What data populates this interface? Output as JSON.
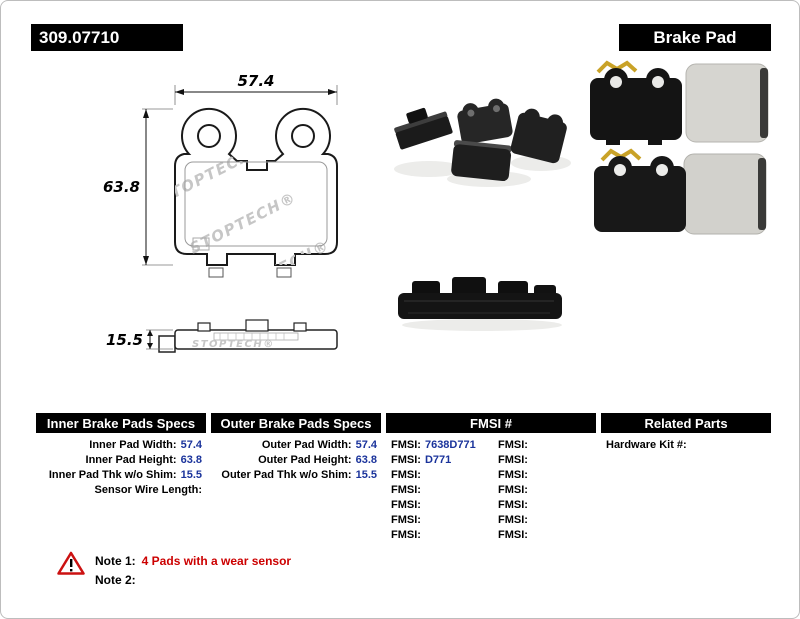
{
  "header": {
    "part_number": "309.07710",
    "product_type": "Brake Pad"
  },
  "diagram": {
    "width_dim": "57.4",
    "height_dim": "63.8",
    "thickness_dim": "15.5",
    "watermark": "STOPTECH®"
  },
  "tables": {
    "inner": {
      "title": "Inner Brake Pads Specs",
      "rows": [
        {
          "label": "Inner Pad Width:",
          "value": "57.4"
        },
        {
          "label": "Inner Pad Height:",
          "value": "63.8"
        },
        {
          "label": "Inner Pad Thk w/o Shim:",
          "value": "15.5"
        },
        {
          "label": "Sensor Wire Length:",
          "value": ""
        }
      ]
    },
    "outer": {
      "title": "Outer Brake Pads Specs",
      "rows": [
        {
          "label": "Outer Pad Width:",
          "value": "57.4"
        },
        {
          "label": "Outer Pad Height:",
          "value": "63.8"
        },
        {
          "label": "Outer Pad Thk w/o Shim:",
          "value": "15.5"
        }
      ]
    },
    "fmsi": {
      "title": "FMSI #",
      "col1": [
        {
          "label": "FMSI:",
          "value": "7638D771"
        },
        {
          "label": "FMSI:",
          "value": "D771"
        },
        {
          "label": "FMSI:",
          "value": ""
        },
        {
          "label": "FMSI:",
          "value": ""
        },
        {
          "label": "FMSI:",
          "value": ""
        },
        {
          "label": "FMSI:",
          "value": ""
        },
        {
          "label": "FMSI:",
          "value": ""
        }
      ],
      "col2": [
        {
          "label": "FMSI:",
          "value": ""
        },
        {
          "label": "FMSI:",
          "value": ""
        },
        {
          "label": "FMSI:",
          "value": ""
        },
        {
          "label": "FMSI:",
          "value": ""
        },
        {
          "label": "FMSI:",
          "value": ""
        },
        {
          "label": "FMSI:",
          "value": ""
        },
        {
          "label": "FMSI:",
          "value": ""
        }
      ]
    },
    "related": {
      "title": "Related Parts",
      "rows": [
        {
          "label": "Hardware Kit #:",
          "value": ""
        }
      ]
    }
  },
  "notes": {
    "note1_label": "Note 1:",
    "note1_text": "4 Pads with a wear sensor",
    "note2_label": "Note 2:",
    "note2_text": ""
  },
  "colors": {
    "value_blue": "#1a339b",
    "note_red": "#cc0000",
    "header_bg": "#000000",
    "header_fg": "#ffffff"
  }
}
